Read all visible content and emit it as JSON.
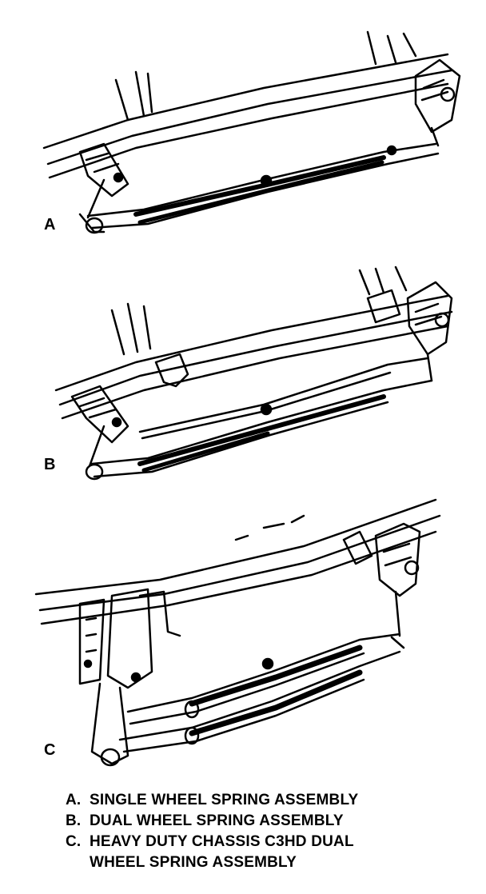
{
  "panels": [
    {
      "label": "A",
      "title": "SINGLE WHEEL SPRING ASSEMBLY"
    },
    {
      "label": "B",
      "title": "DUAL WHEEL SPRING ASSEMBLY"
    },
    {
      "label": "C",
      "title": "HEAVY DUTY CHASSIS C3HD DUAL",
      "title_cont": "WHEEL SPRING ASSEMBLY"
    }
  ],
  "legend": [
    {
      "letter": "A.",
      "text": "SINGLE WHEEL SPRING ASSEMBLY"
    },
    {
      "letter": "B.",
      "text": "DUAL WHEEL SPRING ASSEMBLY"
    },
    {
      "letter": "C.",
      "text": "HEAVY DUTY CHASSIS C3HD DUAL",
      "cont": "WHEEL SPRING ASSEMBLY"
    }
  ]
}
